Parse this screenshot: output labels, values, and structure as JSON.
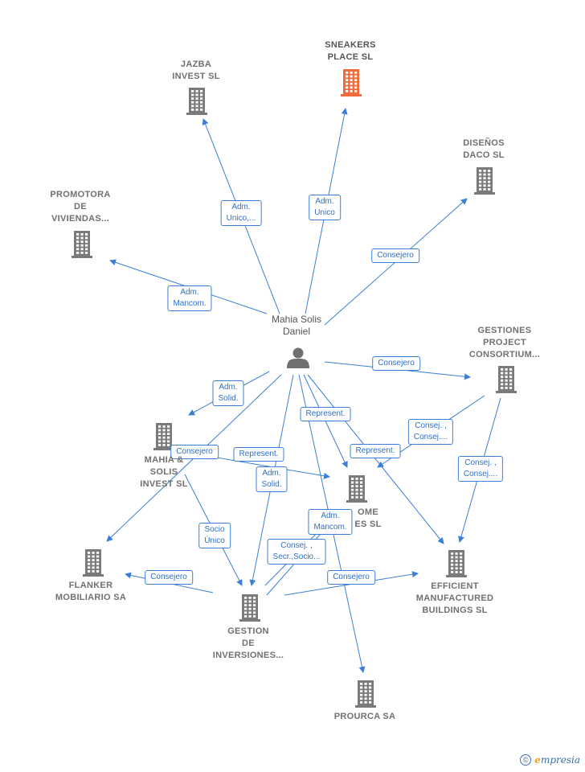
{
  "colors": {
    "edge": "#3a7fd5",
    "company": "#7a7a7a",
    "highlight": "#f26b3a",
    "person": "#707070"
  },
  "nodes": [
    {
      "id": "mahia",
      "type": "person",
      "lines": [
        "Mahia Solis",
        "Daniel"
      ]
    },
    {
      "id": "sneakers",
      "type": "company-highlight",
      "lines": [
        "SNEAKERS",
        "PLACE  SL"
      ]
    },
    {
      "id": "jazba",
      "type": "company",
      "lines": [
        "JAZBA",
        "INVEST  SL"
      ]
    },
    {
      "id": "disenos",
      "type": "company",
      "lines": [
        "DISEÑOS",
        "DACO  SL"
      ]
    },
    {
      "id": "promotora",
      "type": "company",
      "lines": [
        "PROMOTORA",
        "DE",
        "VIVIENDAS..."
      ]
    },
    {
      "id": "gestiones",
      "type": "company",
      "lines": [
        "GESTIONES",
        "PROJECT",
        "CONSORTIUM..."
      ]
    },
    {
      "id": "mahiainvest",
      "type": "company",
      "lines": [
        "MAHIA &",
        "SOLIS",
        "INVEST  SL"
      ]
    },
    {
      "id": "home",
      "type": "company",
      "lines": [
        "OME",
        "ES  SL"
      ]
    },
    {
      "id": "flanker",
      "type": "company",
      "lines": [
        "FLANKER",
        "MOBILIARIO SA"
      ]
    },
    {
      "id": "gestion",
      "type": "company",
      "lines": [
        "GESTION",
        "DE",
        "INVERSIONES..."
      ]
    },
    {
      "id": "efficient",
      "type": "company",
      "lines": [
        "EFFICIENT",
        "MANUFACTURED",
        "BUILDINGS  SL"
      ]
    },
    {
      "id": "prourca",
      "type": "company",
      "lines": [
        "PROURCA SA"
      ]
    }
  ],
  "edges": [
    {
      "from": "mahia",
      "to": "jazba",
      "label": [
        "Adm.",
        "Unico,..."
      ]
    },
    {
      "from": "mahia",
      "to": "sneakers",
      "label": [
        "Adm.",
        "Unico"
      ]
    },
    {
      "from": "mahia",
      "to": "disenos",
      "label": [
        "Consejero"
      ]
    },
    {
      "from": "mahia",
      "to": "promotora",
      "label": [
        "Adm.",
        "Mancom."
      ]
    },
    {
      "from": "mahia",
      "to": "gestiones",
      "label": [
        "Consejero"
      ]
    },
    {
      "from": "mahia",
      "to": "mahiainvest",
      "label": [
        "Adm.",
        "Solid."
      ]
    },
    {
      "from": "mahia",
      "to": "home",
      "label": [
        "Represent."
      ]
    },
    {
      "from": "mahia",
      "to": "efficient",
      "label": [
        "Represent."
      ]
    },
    {
      "from": "mahia",
      "to": "flanker",
      "label": [
        "Consejero"
      ]
    },
    {
      "from": "mahia",
      "to": "gestion",
      "label": [
        "Adm.",
        "Solid."
      ]
    },
    {
      "from": "mahia",
      "to": "prourca",
      "label": []
    },
    {
      "from": "mahiainvest",
      "to": "home",
      "label": [
        "Represent."
      ]
    },
    {
      "from": "mahiainvest",
      "to": "gestion",
      "label": [
        "Socio",
        "Único"
      ]
    },
    {
      "from": "gestiones",
      "to": "home",
      "label": [
        "Consej. ,",
        "Consej...."
      ]
    },
    {
      "from": "gestiones",
      "to": "efficient",
      "label": [
        "Consej. ,",
        "Consej...."
      ]
    },
    {
      "from": "gestion",
      "to": "flanker",
      "label": [
        "Consejero"
      ]
    },
    {
      "from": "gestion",
      "to": "home",
      "label": [
        "Consej. ,",
        "Secr.,Socio..."
      ]
    },
    {
      "from": "gestion",
      "to": "efficient",
      "label": [
        "Consejero"
      ]
    },
    {
      "from": "gestion",
      "to": "prourca",
      "label": [
        "Adm.",
        "Mancom."
      ]
    }
  ],
  "footer": {
    "copyright": "©",
    "brand_initial": "e",
    "brand_rest": "mpresia"
  }
}
